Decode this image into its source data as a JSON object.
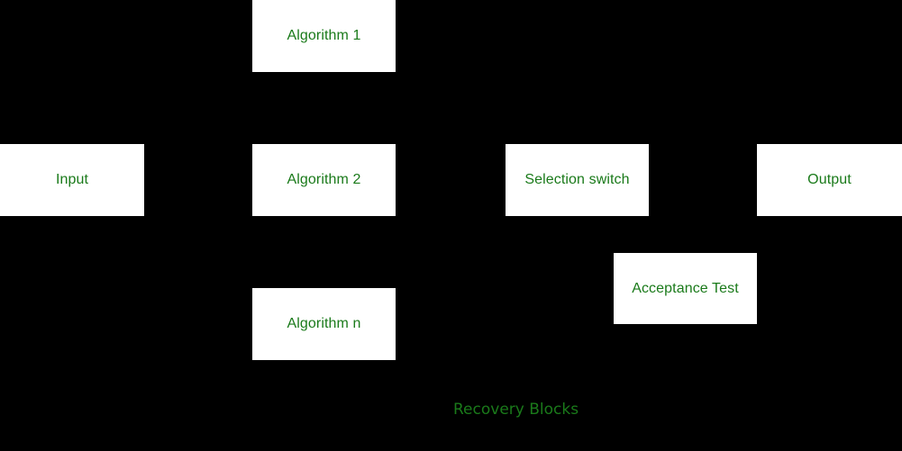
{
  "diagram": {
    "caption": "Recovery Blocks",
    "background_color": "#000000",
    "node_fill_color": "#ffffff",
    "label_color": "#1a7a1a",
    "nodes": [
      {
        "id": "input",
        "label": "Input"
      },
      {
        "id": "algorithm-1",
        "label": "Algorithm 1"
      },
      {
        "id": "algorithm-2",
        "label": "Algorithm 2"
      },
      {
        "id": "algorithm-n",
        "label": "Algorithm n"
      },
      {
        "id": "selection-switch",
        "label": "Selection switch"
      },
      {
        "id": "acceptance-test",
        "label": "Acceptance Test"
      },
      {
        "id": "output",
        "label": "Output"
      }
    ]
  }
}
